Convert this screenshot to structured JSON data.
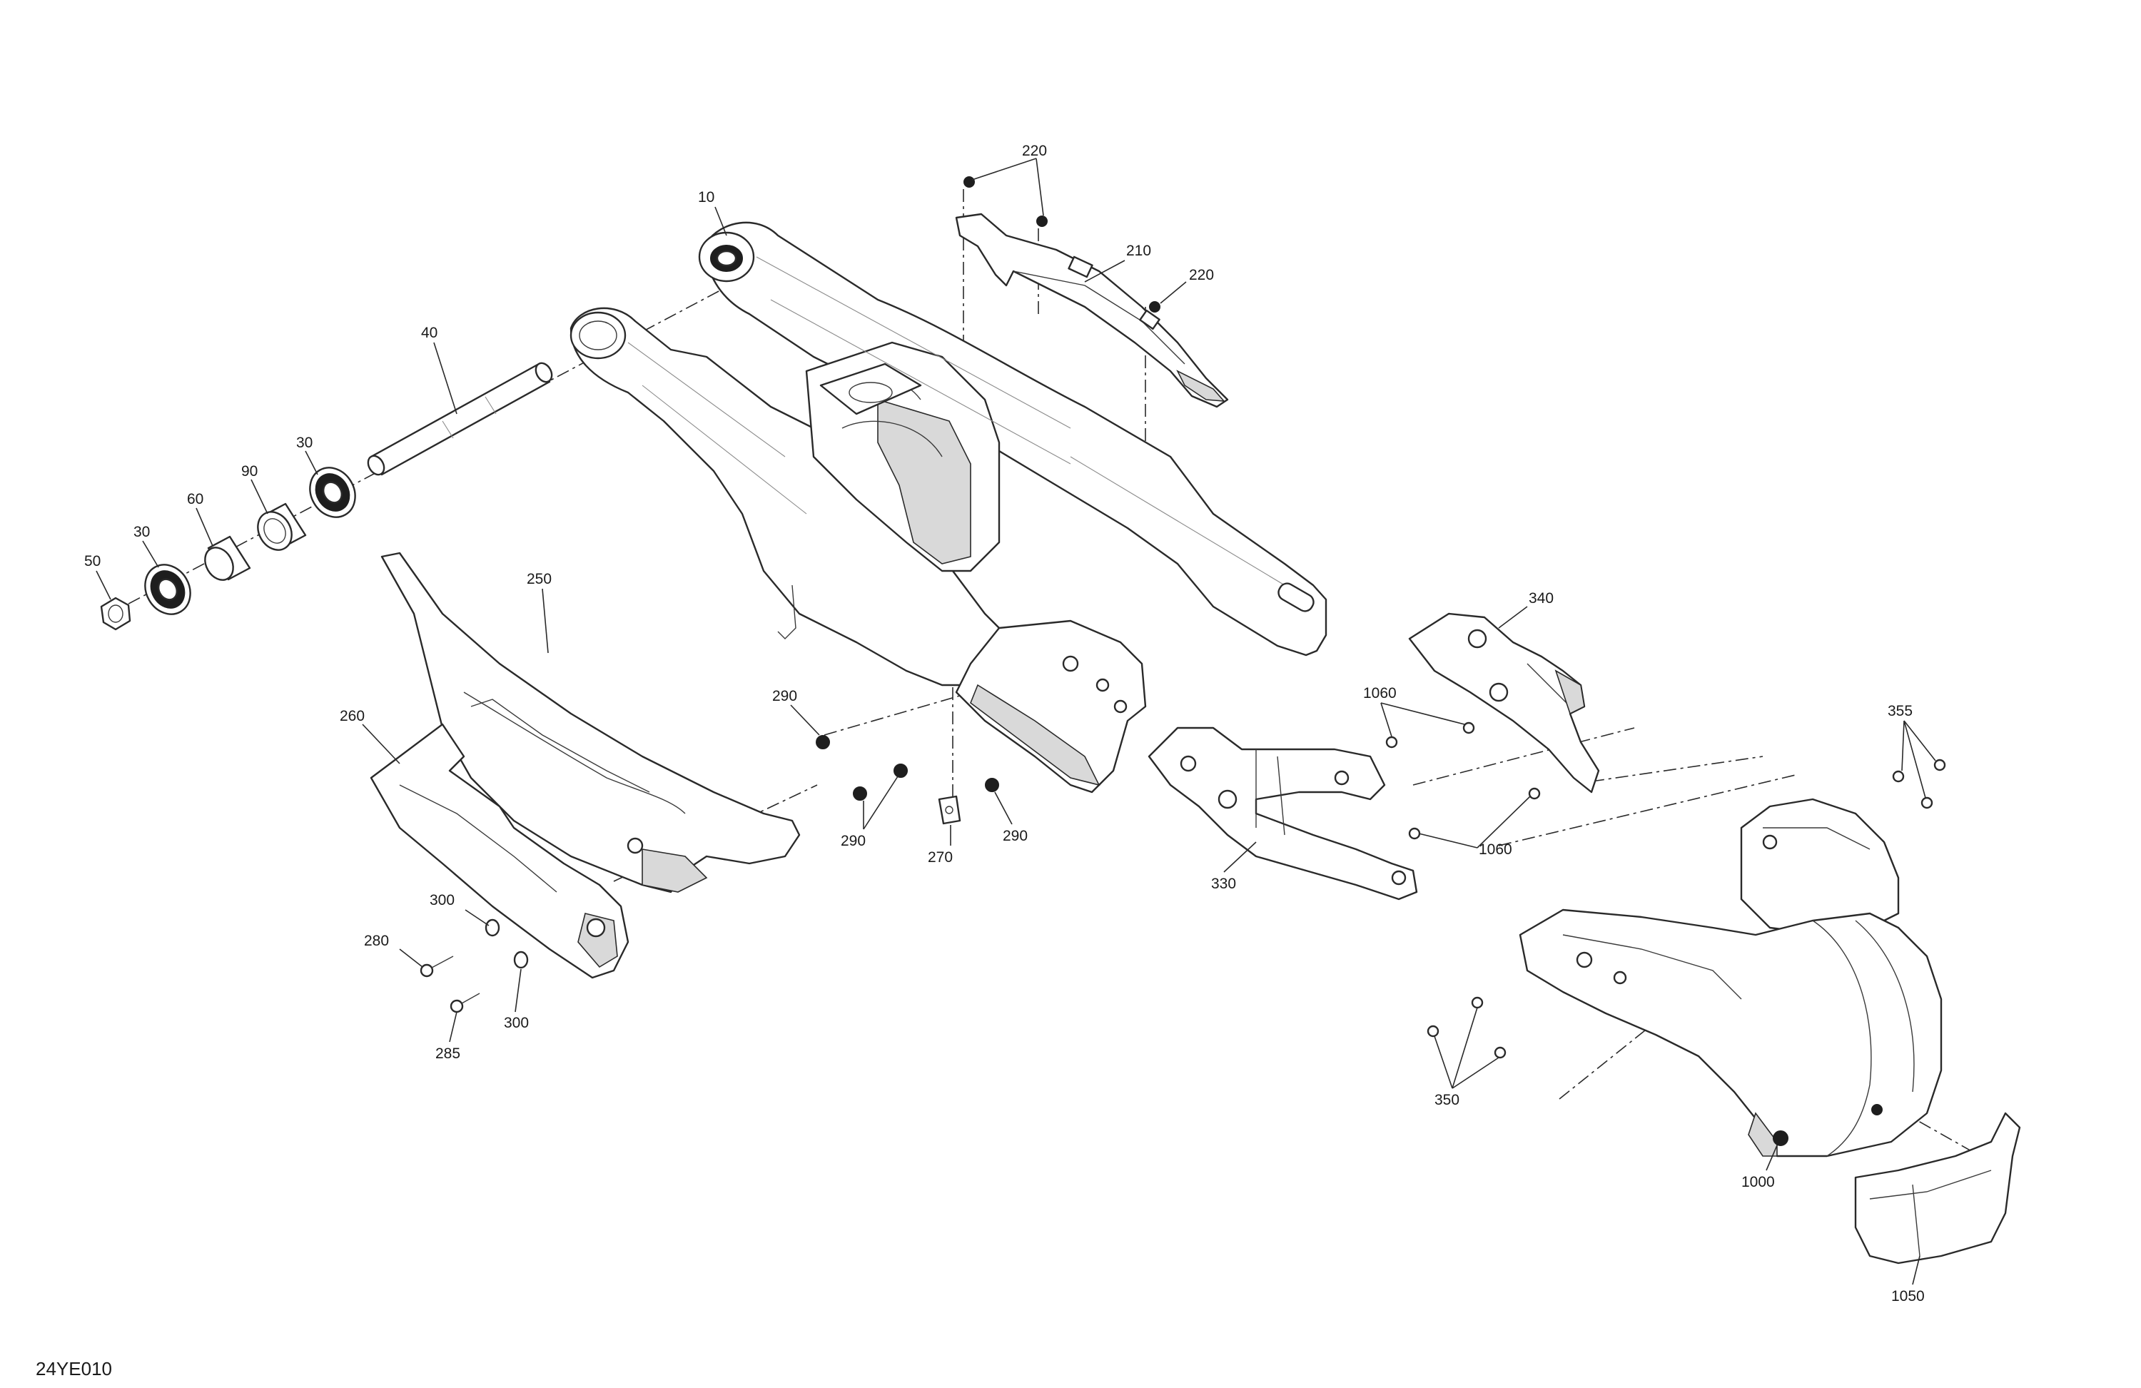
{
  "diagram": {
    "id_label": "24YE010",
    "callouts": {
      "c10": "10",
      "c30a": "30",
      "c30b": "30",
      "c40": "40",
      "c50": "50",
      "c60": "60",
      "c90": "90",
      "c210": "210",
      "c220a": "220",
      "c220b": "220",
      "c250": "250",
      "c260": "260",
      "c270": "270",
      "c280": "280",
      "c285": "285",
      "c290a": "290",
      "c290b": "290",
      "c290c": "290",
      "c300a": "300",
      "c300b": "300",
      "c330": "330",
      "c340": "340",
      "c350": "350",
      "c355": "355",
      "c1000": "1000",
      "c1050": "1050",
      "c1060a": "1060",
      "c1060b": "1060"
    }
  }
}
